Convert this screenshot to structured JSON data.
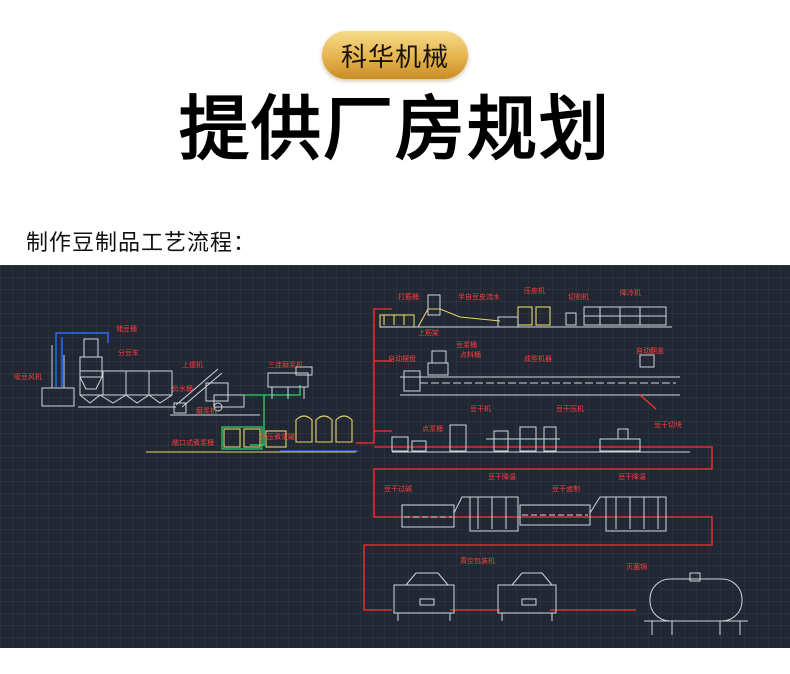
{
  "badge": {
    "text": "科华机械"
  },
  "headline": {
    "text": "提供厂房规划"
  },
  "subtitle": {
    "text": "制作豆制品工艺流程："
  },
  "diagram": {
    "labels": {
      "soak_tank": "储豆桶",
      "separator": "分豆车",
      "blower": "吸豆风机",
      "elevator": "上提机",
      "feeder": "负水桶",
      "grinder": "磨浆机",
      "three_sep": "三连磨浆机",
      "open_boiler": "敞口式煮浆桶",
      "pressure_tank": "常压煮浆罐",
      "beating": "打筋桶",
      "semi_auto": "半自豆皮流水",
      "press": "压皮机",
      "cutter": "切割机",
      "dryer": "降冷机",
      "upper": "上筋架",
      "tofu_pot": "豆浆桶",
      "auto_tray": "自动摆盘",
      "mixer": "点料桶",
      "forming": "成型机器",
      "auto_turn": "自动翻盖",
      "dry_machine": "豆干机",
      "dry_press": "豆干压机",
      "ferment": "点浆桶",
      "dry_cut": "豆干切块",
      "dry_soak": "豆干过碱",
      "dry_cool1": "豆干降温",
      "dry_brine": "豆干卤制",
      "dry_cool2": "豆干降温",
      "vacuum": "真空包装机",
      "sterilizer": "灭菌锅"
    }
  }
}
